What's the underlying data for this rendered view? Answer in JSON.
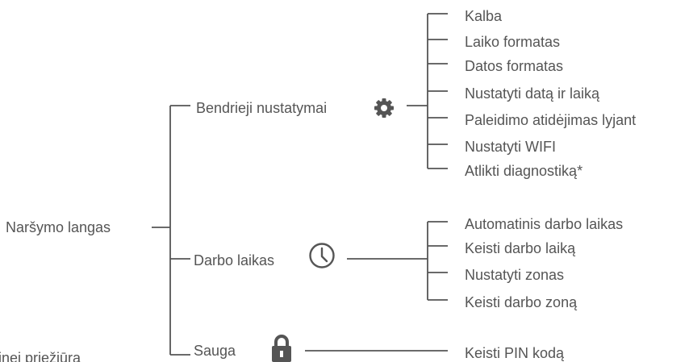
{
  "root": {
    "label": "Naršymo langas"
  },
  "branches": [
    {
      "label": "Bendrieji nustatymai",
      "icon": "gear-icon",
      "items": [
        "Kalba",
        "Laiko formatas",
        "Datos formatas",
        "Nustatyti datą ir laiką",
        "Paleidimo atidėjimas lyjant",
        "Nustatyti WIFI",
        "Atlikti diagnostiką*"
      ]
    },
    {
      "label": "Darbo laikas",
      "icon": "clock-icon",
      "items": [
        "Automatinis darbo laikas",
        "Keisti darbo laiką",
        "Nustatyti zonas",
        "Keisti darbo zoną"
      ]
    },
    {
      "label": "Sauga",
      "icon": "lock-icon",
      "items": [
        "Keisti PIN kodą"
      ]
    }
  ],
  "cutoff_label": "inei priežiūra",
  "colors": {
    "text": "#555555",
    "line": "#555555",
    "icon": "#555555"
  }
}
